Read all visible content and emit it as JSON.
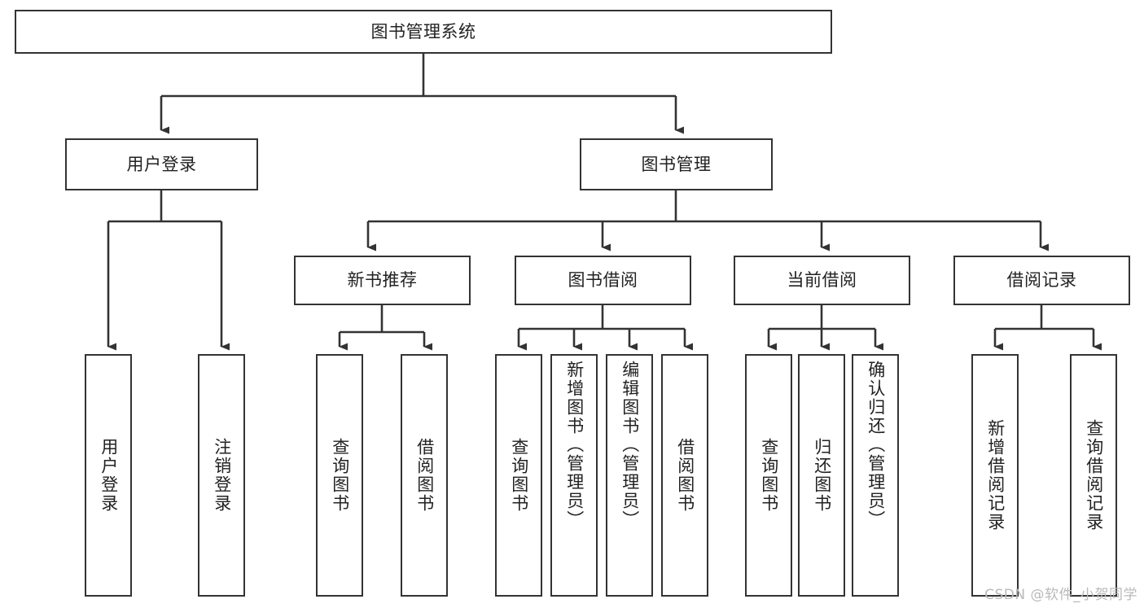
{
  "diagram": {
    "type": "tree-hierarchy",
    "title": "图书管理系统",
    "orientation": "top-down",
    "colors": {
      "background": "#ffffff",
      "node_border": "#333333",
      "node_fill": "#ffffff",
      "text": "#222222",
      "edge": "#333333",
      "watermark": "#b9b9b9"
    },
    "root": {
      "label": "图书管理系统"
    },
    "level2": [
      {
        "id": "user-login",
        "label": "用户登录"
      },
      {
        "id": "book-manage",
        "label": "图书管理"
      }
    ],
    "level3": [
      {
        "id": "new-book-recommend",
        "label": "新书推荐",
        "parent": "book-manage"
      },
      {
        "id": "book-borrow",
        "label": "图书借阅",
        "parent": "book-manage"
      },
      {
        "id": "current-borrow",
        "label": "当前借阅",
        "parent": "book-manage"
      },
      {
        "id": "borrow-record",
        "label": "借阅记录",
        "parent": "book-manage"
      }
    ],
    "leaves": {
      "user-login": [
        {
          "id": "leaf-user-login",
          "label": "用户登录"
        },
        {
          "id": "leaf-logout",
          "label": "注销登录"
        }
      ],
      "new-book-recommend": [
        {
          "id": "leaf-query-book-1",
          "label": "查询图书"
        },
        {
          "id": "leaf-borrow-book-1",
          "label": "借阅图书"
        }
      ],
      "book-borrow": [
        {
          "id": "leaf-query-book-2",
          "label": "查询图书"
        },
        {
          "id": "leaf-add-book",
          "label": "新增图书（管理员）"
        },
        {
          "id": "leaf-edit-book",
          "label": "编辑图书（管理员）"
        },
        {
          "id": "leaf-borrow-book-2",
          "label": "借阅图书"
        }
      ],
      "current-borrow": [
        {
          "id": "leaf-query-book-3",
          "label": "查询图书"
        },
        {
          "id": "leaf-return-book",
          "label": "归还图书"
        },
        {
          "id": "leaf-confirm-return",
          "label": "确认归还（管理员）"
        }
      ],
      "borrow-record": [
        {
          "id": "leaf-add-record",
          "label": "新增借阅记录"
        },
        {
          "id": "leaf-query-record",
          "label": "查询借阅记录"
        }
      ]
    }
  },
  "watermark": {
    "text": "CSDN @软件_小贺同学"
  }
}
